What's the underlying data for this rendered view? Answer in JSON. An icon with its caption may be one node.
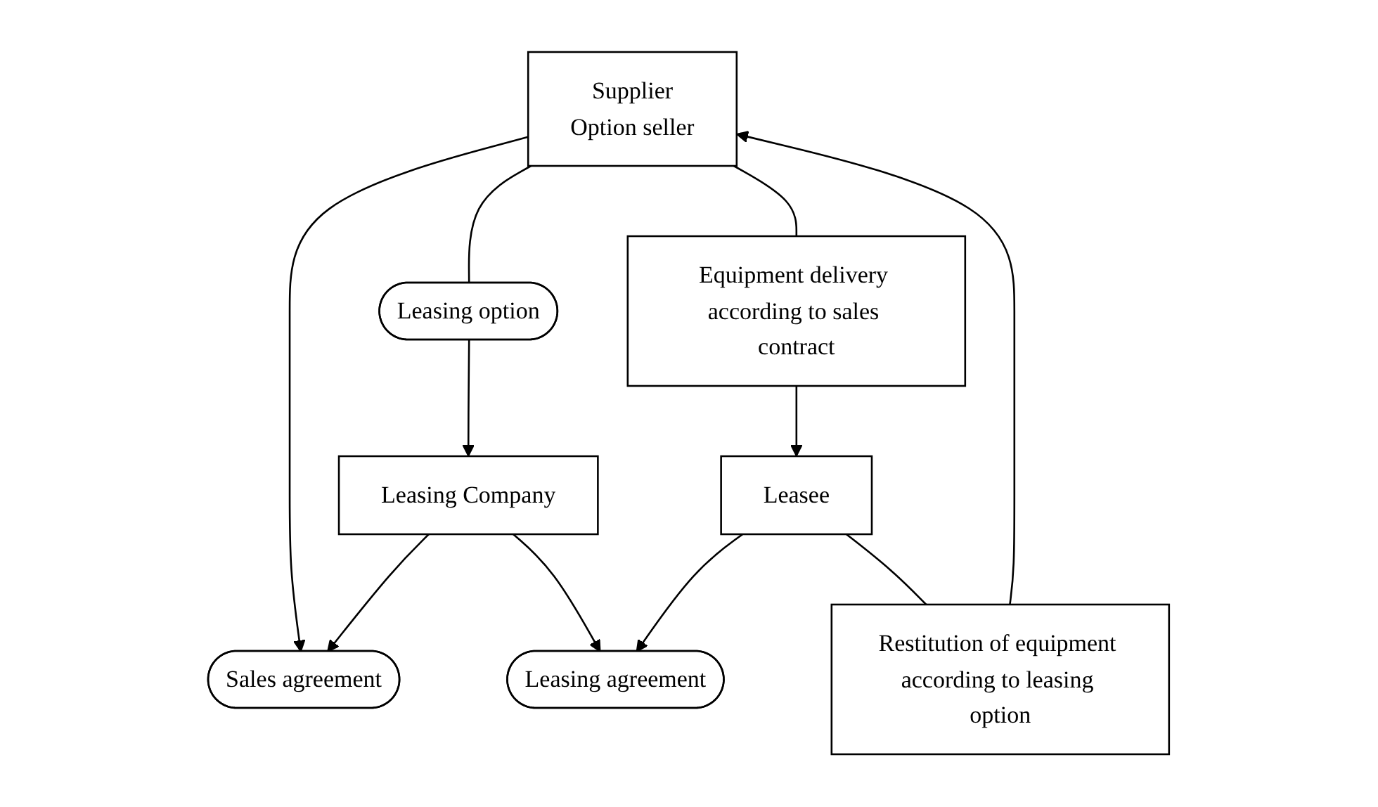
{
  "diagram": {
    "nodes": [
      {
        "text": [
          "Leasing Company"
        ]
      },
      {
        "text": [
          "Sales agreement"
        ]
      },
      {
        "text": [
          "Leasing agreement"
        ]
      },
      {
        "text": [
          "Leasing option"
        ]
      },
      {
        "text": [
          "Supplier",
          "Option seller"
        ]
      },
      {
        "text": [
          "Equipment delivery according to sales contract"
        ]
      },
      {
        "text": [
          "Leasee"
        ]
      },
      {
        "text": [
          "Restitution of equipment according to leasing option"
        ]
      }
    ],
    "edges": [
      {
        "from": 0,
        "to": 1,
        "arrow": "to"
      },
      {
        "from": 4,
        "to": 1,
        "arrow": "to"
      },
      {
        "from": 4,
        "to": 3,
        "arrow": "none"
      },
      {
        "from": 3,
        "to": 0,
        "arrow": "to"
      },
      {
        "from": 0,
        "to": 2,
        "arrow": "to"
      },
      {
        "from": 6,
        "to": 2,
        "arrow": "to"
      },
      {
        "from": 4,
        "to": 5,
        "arrow": "none"
      },
      {
        "from": 5,
        "to": 6,
        "arrow": "to"
      },
      {
        "from": 6,
        "to": 7,
        "arrow": "none"
      },
      {
        "from": 7,
        "to": 4,
        "arrow": "to"
      }
    ]
  }
}
